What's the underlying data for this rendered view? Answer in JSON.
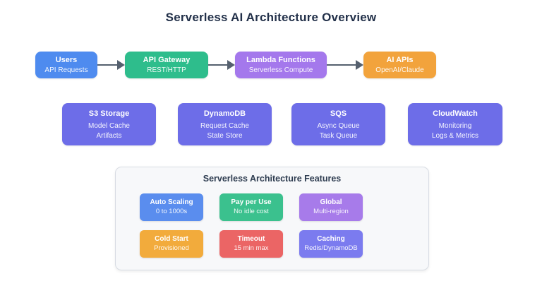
{
  "title": "Serverless AI Architecture Overview",
  "colors": {
    "arrow": "#55606E",
    "panel_bg": "#F7F8FA",
    "panel_border": "#D8DCE3",
    "title_text": "#223049",
    "panel_title_text": "#2E3C50",
    "service_box": "#6D6DE8"
  },
  "flow": {
    "nodes": [
      {
        "title": "Users",
        "subtitle": "API Requests",
        "color": "#4E8BEF"
      },
      {
        "title": "API Gateway",
        "subtitle": "REST/HTTP",
        "color": "#2EBD8C"
      },
      {
        "title": "Lambda Functions",
        "subtitle": "Serverless Compute",
        "color": "#A478EC"
      },
      {
        "title": "AI APIs",
        "subtitle": "OpenAI/Claude",
        "color": "#F2A33C"
      }
    ]
  },
  "services": [
    {
      "title": "S3 Storage",
      "lines": [
        "Model Cache",
        "Artifacts"
      ],
      "color": "#6D6DE8"
    },
    {
      "title": "DynamoDB",
      "lines": [
        "Request Cache",
        "State Store"
      ],
      "color": "#6D6DE8"
    },
    {
      "title": "SQS",
      "lines": [
        "Async Queue",
        "Task Queue"
      ],
      "color": "#6D6DE8"
    },
    {
      "title": "CloudWatch",
      "lines": [
        "Monitoring",
        "Logs & Metrics"
      ],
      "color": "#6D6DE8"
    }
  ],
  "features": {
    "title": "Serverless Architecture Features",
    "cards": [
      {
        "title": "Auto Scaling",
        "subtitle": "0 to 1000s",
        "color": "#5A8DEE"
      },
      {
        "title": "Pay per Use",
        "subtitle": "No idle cost",
        "color": "#3BC18E"
      },
      {
        "title": "Global",
        "subtitle": "Multi-region",
        "color": "#A77BEA"
      },
      {
        "title": "Cold Start",
        "subtitle": "Provisioned",
        "color": "#F2AB3C"
      },
      {
        "title": "Timeout",
        "subtitle": "15 min max",
        "color": "#EB6565"
      },
      {
        "title": "Caching",
        "subtitle": "Redis/DynamoDB",
        "color": "#7B7BEF"
      }
    ]
  }
}
